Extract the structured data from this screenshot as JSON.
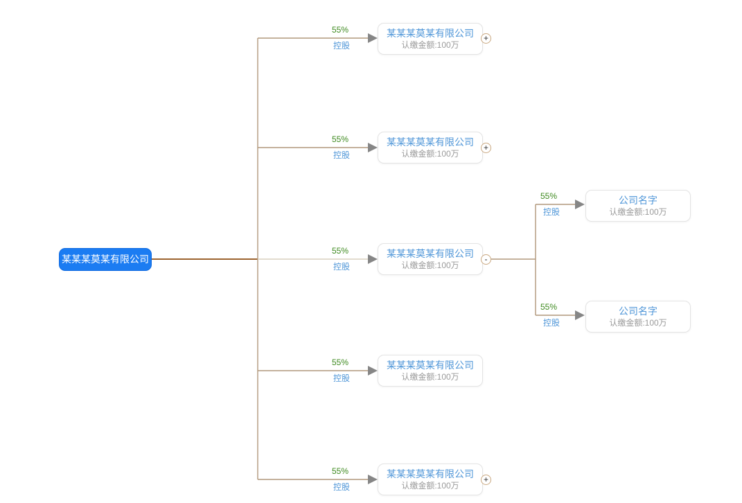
{
  "root": {
    "name": "某某某莫某有限公司"
  },
  "children": [
    {
      "name": "某某某莫某有限公司",
      "amount": "认缴金额:100万",
      "percent": "55%",
      "relation": "控股",
      "toggle": "+"
    },
    {
      "name": "某某某莫某有限公司",
      "amount": "认缴金额:100万",
      "percent": "55%",
      "relation": "控股",
      "toggle": "+"
    },
    {
      "name": "某某某莫某有限公司",
      "amount": "认缴金额:100万",
      "percent": "55%",
      "relation": "控股",
      "toggle": "-"
    },
    {
      "name": "某某某莫某有限公司",
      "amount": "认缴金额:100万",
      "percent": "55%",
      "relation": "控股",
      "toggle": ""
    },
    {
      "name": "某某某莫某有限公司",
      "amount": "认缴金额:100万",
      "percent": "55%",
      "relation": "控股",
      "toggle": "+"
    }
  ],
  "grandchildren": [
    {
      "name": "公司名字",
      "amount": "认缴金额:100万",
      "percent": "55%",
      "relation": "控股"
    },
    {
      "name": "公司名字",
      "amount": "认缴金额:100万",
      "percent": "55%",
      "relation": "控股"
    }
  ],
  "colors": {
    "root_fill": "#1b7cf2",
    "root_text": "#ffffff",
    "node_title_blue": "#4f96d8",
    "subtitle_gray": "#9a9a9a",
    "percent_green": "#3e8a1f",
    "relation_blue": "#4f96d8",
    "root_line_brown": "#9c632e",
    "tree_line_tan": "#b1977b",
    "arrow_gray": "#868686",
    "toggle_border_tan": "#c9a77f",
    "node_border": "#e3e3e3"
  }
}
